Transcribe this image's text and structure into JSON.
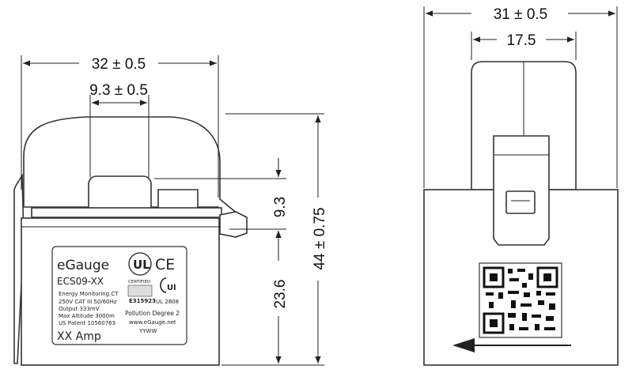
{
  "dimensions": {
    "width_overall": "32 ± 0.5",
    "window_width": "9.3 ± 0.5",
    "window_height": "9.3",
    "body_height": "23.6",
    "height_overall": "44 ± 0.75",
    "side_width": "31 ± 0.5",
    "top_width": "17.5"
  },
  "label": {
    "brand": "eGauge",
    "model": "ECS09-XX",
    "specs": [
      "Energy Monitoring CT",
      "250V CAT III 50/60Hz",
      "Output 333mV",
      "Max Altitude 3000m",
      "US Patent 10560763"
    ],
    "amp": "XX Amp",
    "ul_mark": "UL",
    "ul_sub": "CERTIFIED",
    "ce_mark": "CE",
    "ul_code": "E315923",
    "ul_std": "UL 2808",
    "pollution": "Pollution Degree 2",
    "website": "www.eGauge.net",
    "date_code": "YYWW"
  },
  "icons": {
    "qr": "qr-code-icon",
    "arrow": "arrow-left-icon",
    "ul": "ul-certified-icon",
    "ce": "ce-mark-icon"
  },
  "colors": {
    "line": "#222222",
    "label_bg": "#ffffff"
  }
}
